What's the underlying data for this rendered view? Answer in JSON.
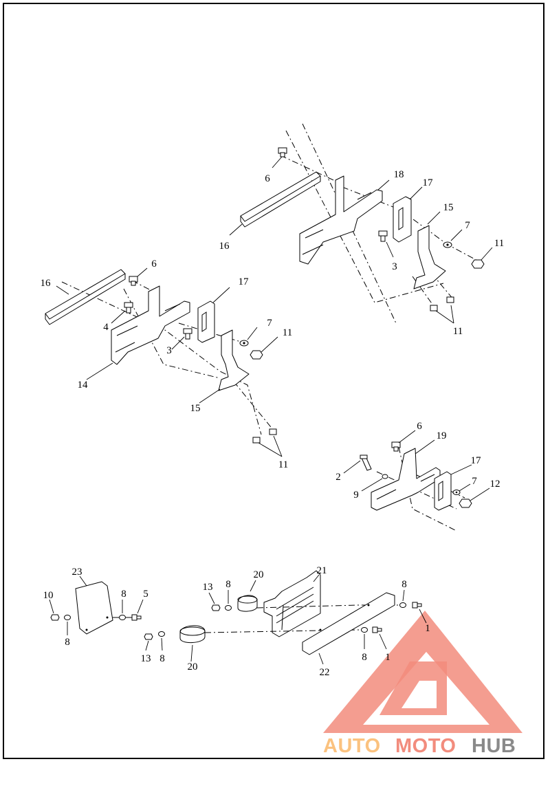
{
  "callouts": {
    "c1": "6",
    "c2": "16",
    "c3": "18",
    "c4": "17",
    "c5": "15",
    "c6": "7",
    "c7": "11",
    "c8": "3",
    "c9": "11",
    "c10": "16",
    "c11": "6",
    "c12": "17",
    "c13": "4",
    "c14": "7",
    "c15": "11",
    "c16": "3",
    "c17": "14",
    "c18": "15",
    "c19": "11",
    "c20": "6",
    "c21": "19",
    "c22": "17",
    "c23": "2",
    "c24": "9",
    "c25": "7",
    "c26": "12",
    "c27": "23",
    "c28": "10",
    "c29": "8",
    "c30": "8",
    "c31": "5",
    "c32": "13",
    "c33": "8",
    "c34": "20",
    "c35": "21",
    "c36": "8",
    "c37": "1",
    "c38": "13",
    "c39": "8",
    "c40": "20",
    "c41": "8",
    "c42": "1",
    "c43": "22"
  },
  "watermark": {
    "part1": "AUTO",
    "part2": "MOTO",
    "part3": "HUB",
    "color_primary": "#f28c7d",
    "color_secondary": "#fbc27f",
    "color_dark": "#8a8a8a"
  }
}
